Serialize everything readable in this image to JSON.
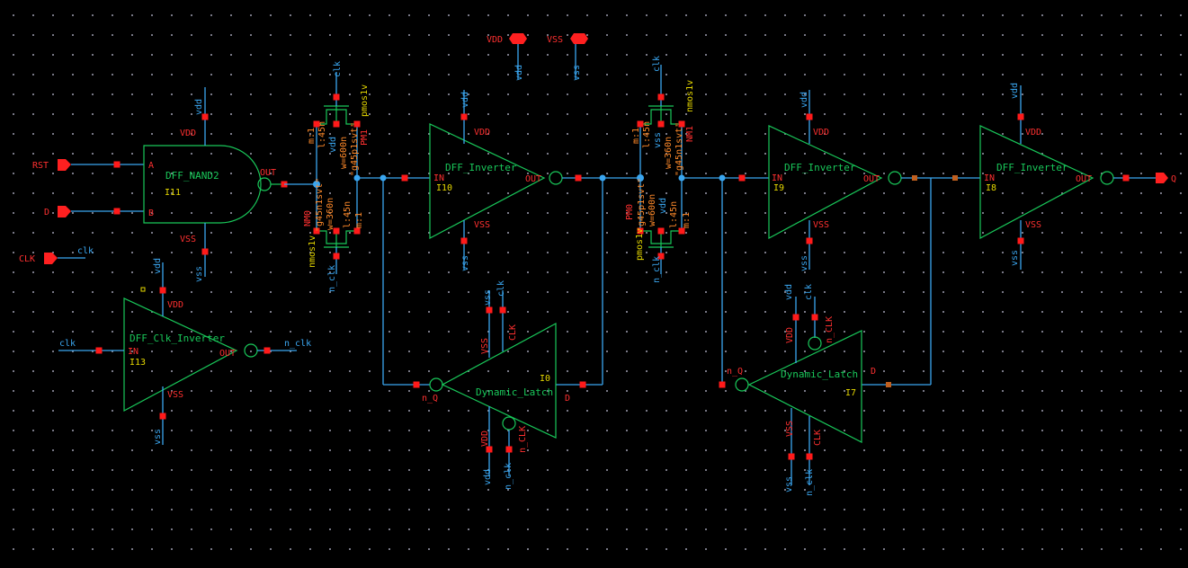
{
  "pins": {
    "vdd": "VDD",
    "vss": "VSS",
    "rst": "RST",
    "d": "D",
    "clk": "CLK",
    "q": "Q"
  },
  "nets": {
    "vdd": "vdd",
    "vss": "vss",
    "clk": "clk",
    "n_clk": "n_clk"
  },
  "nand": {
    "cell": "DFF_NAND2",
    "inst": "I11",
    "a": "A",
    "b": "B",
    "out": "OUT",
    "vdd": "VDD",
    "vss": "VSS"
  },
  "clk_inv": {
    "cell": "DFF_Clk_Inverter",
    "inst": "I13",
    "in": "IN",
    "out": "OUT",
    "vdd": "VDD",
    "vss": "VSS"
  },
  "inv1": {
    "cell": "DFF_Inverter",
    "inst": "I10",
    "in": "IN",
    "out": "OUT",
    "vdd": "VDD",
    "vss": "VSS"
  },
  "inv2": {
    "cell": "DFF_Inverter",
    "inst": "I9",
    "in": "IN",
    "out": "OUT",
    "vdd": "VDD",
    "vss": "VSS"
  },
  "inv3": {
    "cell": "DFF_Inverter",
    "inst": "I8",
    "in": "IN",
    "out": "OUT",
    "vdd": "VDD",
    "vss": "VSS"
  },
  "latch1": {
    "cell": "Dynamic_Latch",
    "inst": "I0",
    "nq": "n_Q",
    "d": "D",
    "vss": "VSS",
    "clk": "CLK",
    "vdd": "VDD",
    "nclk": "n_CLK"
  },
  "latch2": {
    "cell": "Dynamic_Latch",
    "inst": "I7",
    "nq": "n_Q",
    "d": "D",
    "vss": "VSS",
    "clk": "CLK",
    "vdd": "VDD",
    "nclk": "n_CLK"
  },
  "pm1": {
    "model": "pmos1v",
    "name": "PM1",
    "m": "m:1",
    "l": "l:45n",
    "w": "w=600n",
    "lib": "\"g45p1svt\""
  },
  "nm0": {
    "model": "nmos1v",
    "name": "NM0",
    "m": "m:1",
    "l": "l:45n",
    "w": "w=360n",
    "lib": "\"g45n1svt\""
  },
  "nm1": {
    "model": "nmos1v",
    "name": "NM1",
    "m": "m:1",
    "l": "l:45n",
    "w": "w=360n",
    "lib": "\"g45n1svt\""
  },
  "pm0": {
    "model": "pmos1v",
    "name": "PM0",
    "m": "m:1",
    "l": "l:45n",
    "w": "w=600n",
    "lib": "\"g45p1svt\""
  },
  "colors": {
    "wire": "#3aa6f0",
    "symbol": "#19c85a",
    "pin": "#ff2020",
    "instance": "#e6d800",
    "param": "#ff8a2a"
  }
}
